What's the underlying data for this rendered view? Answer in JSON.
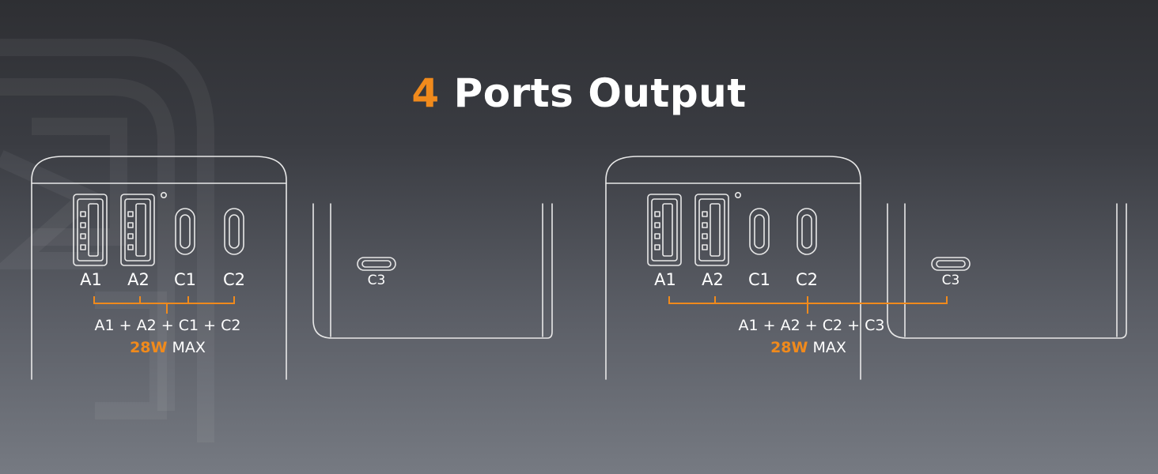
{
  "title": {
    "number": "4",
    "text": "Ports Output"
  },
  "accent_color": "#f08a1c",
  "left_panel": {
    "ports": [
      "A1",
      "A2",
      "C1",
      "C2"
    ],
    "side_port": "C3",
    "formula": "A1 + A2 + C1 + C2",
    "watt": "28W",
    "max": "MAX"
  },
  "right_panel": {
    "ports": [
      "A1",
      "A2",
      "C1",
      "C2"
    ],
    "side_port": "C3",
    "formula": "A1 + A2 + C2 + C3",
    "watt": "28W",
    "max": "MAX"
  }
}
